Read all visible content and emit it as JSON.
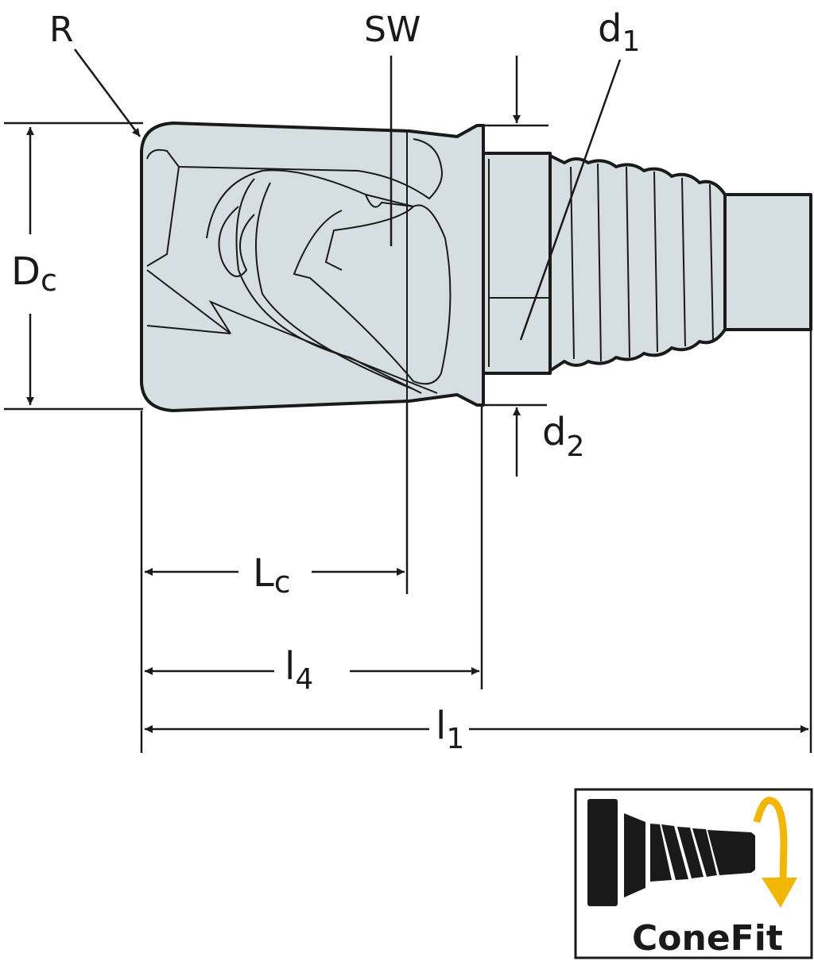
{
  "labels": {
    "R": "R",
    "SW": "SW",
    "d1": {
      "main": "d",
      "sub": "1"
    },
    "Dc": {
      "main": "D",
      "sub": "c"
    },
    "d2": {
      "main": "d",
      "sub": "2"
    },
    "Lc": {
      "main": "L",
      "sub": "c"
    },
    "l4": {
      "main": "l",
      "sub": "4"
    },
    "l1": {
      "main": "l",
      "sub": "1"
    }
  },
  "logo": {
    "text": "ConeFit",
    "arrow_color": "#f2b705"
  },
  "colors": {
    "body_fill": "#d5dee1",
    "line": "#1a1a1a"
  }
}
